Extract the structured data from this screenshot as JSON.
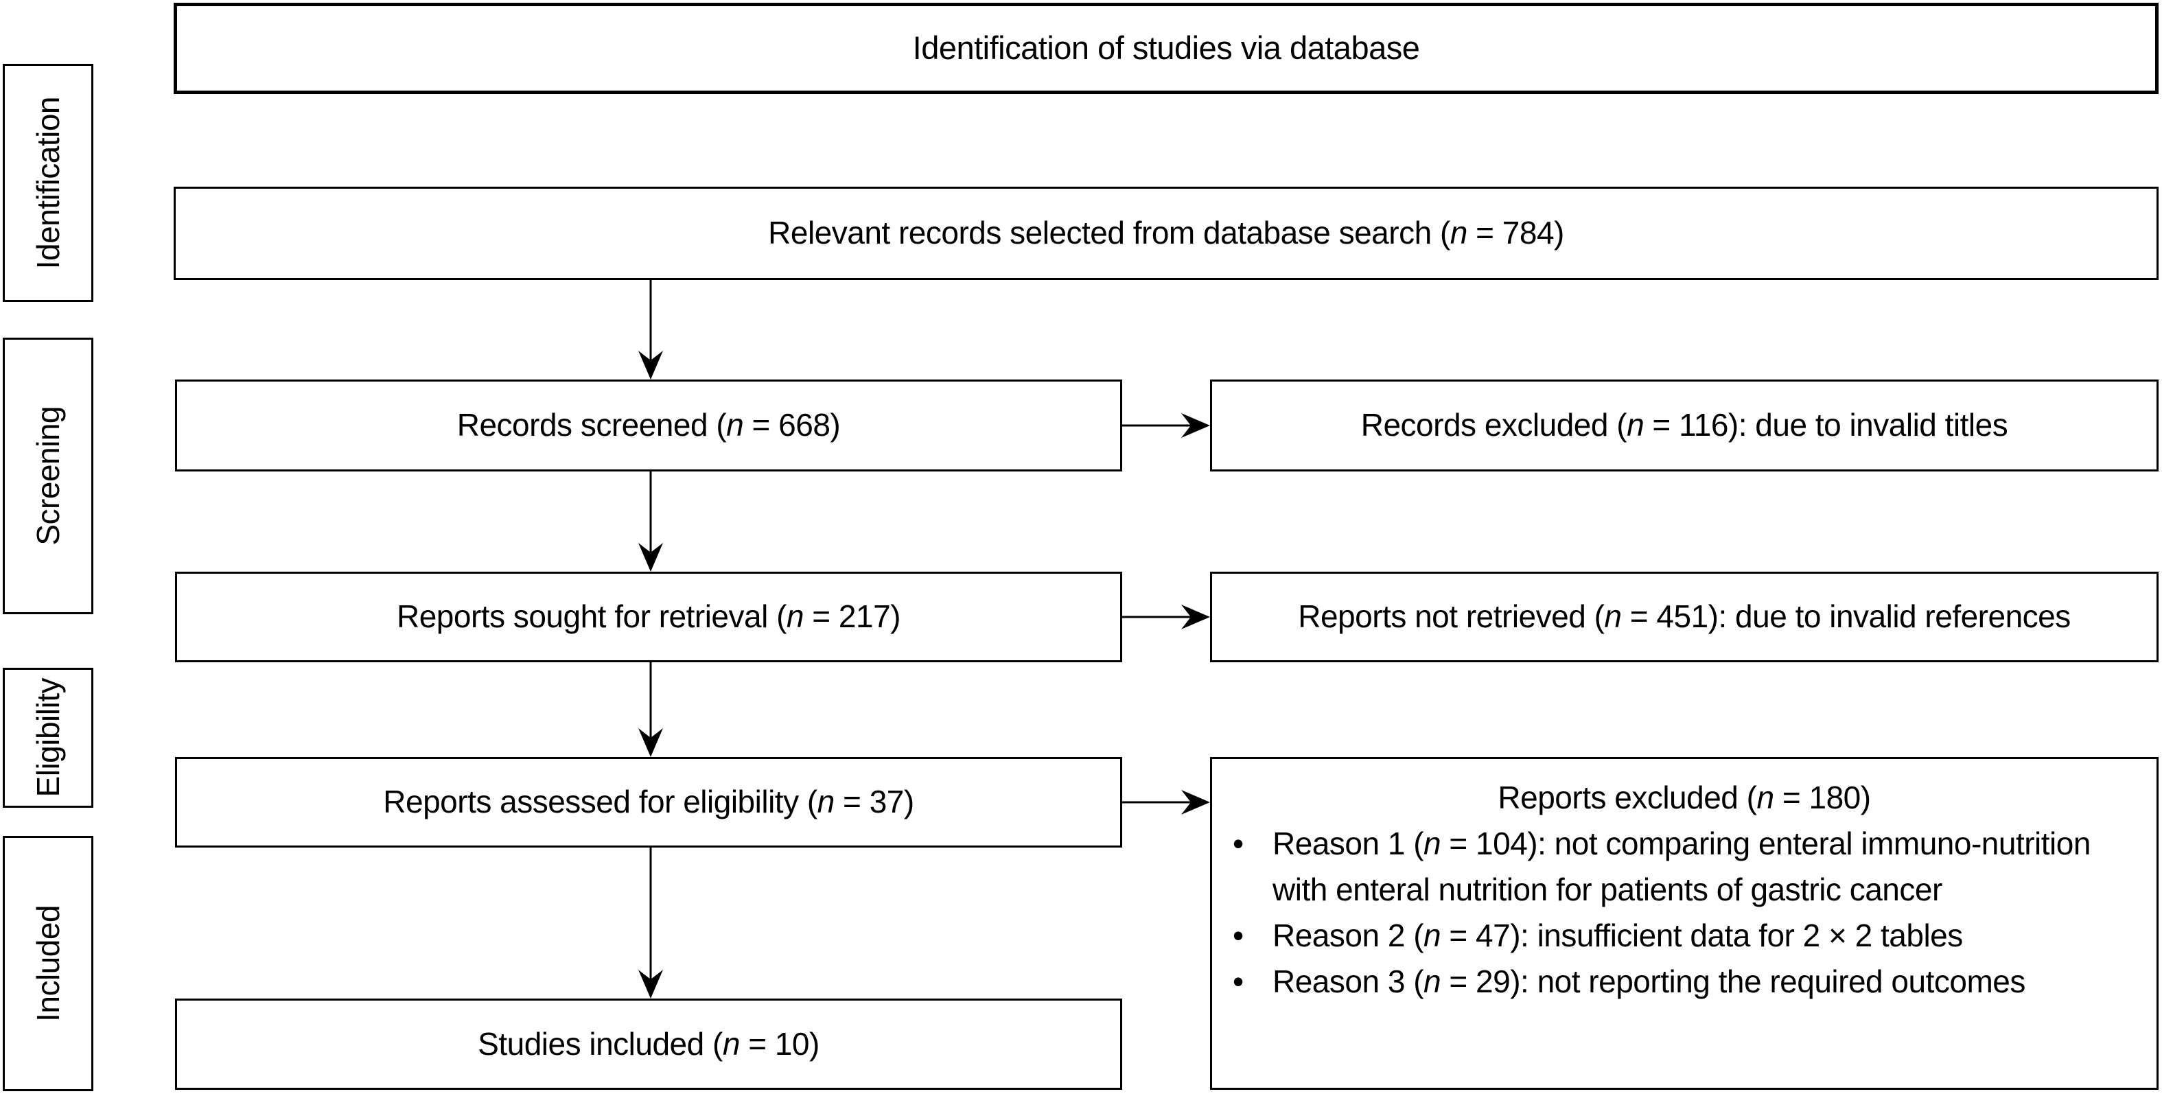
{
  "figure": {
    "banner": "Identification of studies via database",
    "stages": [
      {
        "label": "Identification"
      },
      {
        "label": "Screening"
      },
      {
        "label": "Eligibility"
      },
      {
        "label": "Included"
      }
    ],
    "boxes": {
      "records_selected": "Relevant records selected from database search (n = 784)",
      "records_screened": "Records screened (n = 668)",
      "records_excluded": "Records excluded (n = 116): due to invalid titles",
      "reports_sought": "Reports sought for retrieval (n = 217)",
      "reports_not_retrieved": "Reports not retrieved (n = 451): due to invalid references",
      "reports_assessed": "Reports assessed for eligibility (n = 37)",
      "reports_excluded_title": "Reports excluded (n = 180)",
      "reports_excluded_reasons": [
        "Reason 1 (n = 104): not comparing enteral immuno-nutrition with enteral nutrition for patients of gastric cancer",
        "Reason 2 (n = 47): insufficient data for 2 × 2 tables",
        "Reason 3 (n = 29): not reporting the required outcomes"
      ],
      "studies_included": "Studies included (n = 10)"
    },
    "colors": {
      "line": "#000000",
      "background": "#ffffff",
      "text": "#000000"
    }
  }
}
